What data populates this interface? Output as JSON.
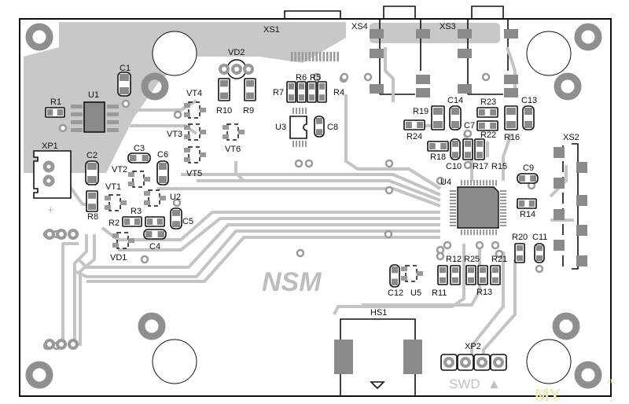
{
  "board": {
    "logo": "NSM",
    "swd_label": "SWD",
    "swd_marker": "▲",
    "watermark": "MY",
    "watermark_suffix": ".ru",
    "colors": {
      "copper": "#bdbdbd",
      "pad": "#8a8a8a",
      "silk": "#111111",
      "background": "#ffffff",
      "watermark": "#f3ecb0"
    }
  },
  "designators": {
    "XS1": "XS1",
    "VD2": "VD2",
    "C1": "C1",
    "R1": "R1",
    "U1": "U1",
    "XP1": "XP1",
    "C2": "C2",
    "C3": "C3",
    "C6": "C6",
    "VT4": "VT4",
    "R10": "R10",
    "R9": "R9",
    "VT3": "VT3",
    "VT6": "VT6",
    "VT5": "VT5",
    "VT2": "VT2",
    "VT1": "VT1",
    "U2": "U2",
    "R8": "R8",
    "R3": "R3",
    "R2": "R2",
    "C5": "C5",
    "C4": "C4",
    "VD1": "VD1",
    "R6": "R6",
    "R5": "R5",
    "R7": "R7",
    "R4": "R4",
    "U3": "U3",
    "C8": "C8",
    "XS4": "XS4",
    "XS3": "XS3",
    "R19": "R19",
    "C14": "C14",
    "R23": "R23",
    "C13": "C13",
    "C7": "C7",
    "R22": "R22",
    "R16": "R16",
    "R24": "R24",
    "R18": "R18",
    "C10": "C10",
    "R17": "R17",
    "R15": "R15",
    "C9": "C9",
    "U4": "U4",
    "XS2": "XS2",
    "R14": "R14",
    "R20": "R20",
    "C11": "C11",
    "R12": "R12",
    "R25": "R25",
    "R21": "R21",
    "C12": "C12",
    "U5": "U5",
    "R11": "R11",
    "R13": "R13",
    "HS1": "HS1",
    "XP2": "XP2"
  },
  "polarity_mark": "+"
}
